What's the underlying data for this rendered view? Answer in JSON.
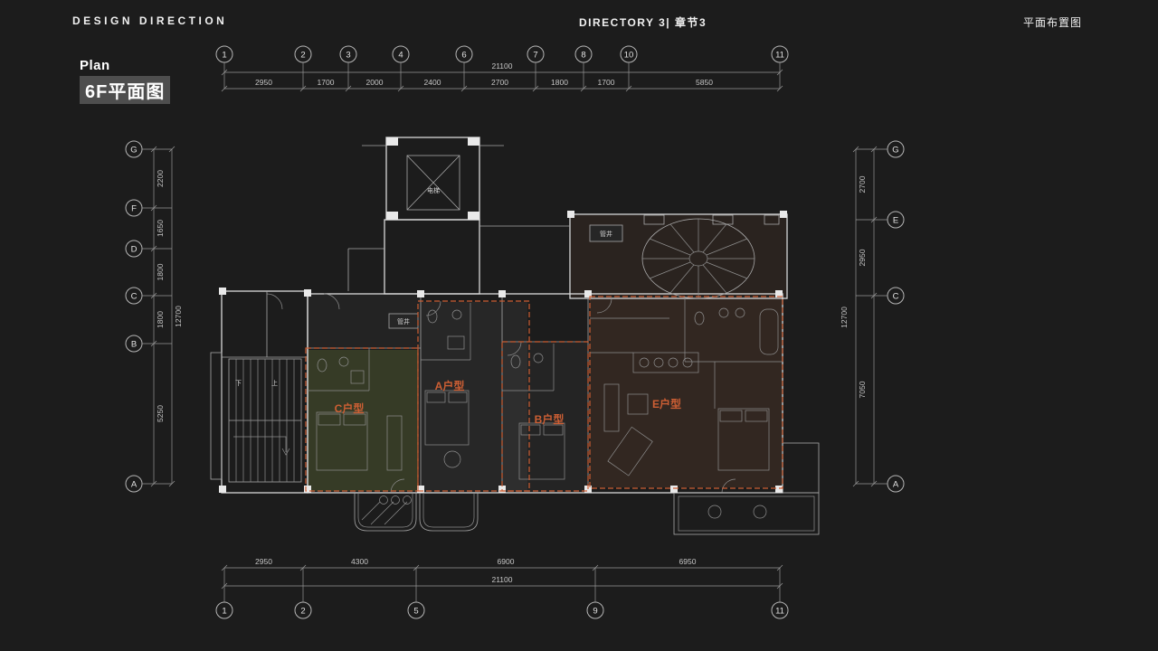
{
  "colors": {
    "background": "#1c1c1c",
    "accent_unit": "#cd5f34",
    "line": "#c8c8c8",
    "title_highlight": "#4e4e4e"
  },
  "header": {
    "left": "DESIGN DIRECTION",
    "center": "DIRECTORY 3| 章节3",
    "right": "平面布置图"
  },
  "title": {
    "line1": "Plan",
    "line2": "6F平面图"
  },
  "grid": {
    "top": {
      "markers": [
        "1",
        "2",
        "3",
        "4",
        "6",
        "7",
        "8",
        "10",
        "11"
      ],
      "dims": [
        "2950",
        "1700",
        "2000",
        "2400",
        "2700",
        "1800",
        "1700",
        "5850"
      ],
      "total": "21100"
    },
    "bottom": {
      "markers": [
        "1",
        "2",
        "5",
        "9",
        "11"
      ],
      "dims": [
        "2950",
        "4300",
        "6900",
        "6950"
      ],
      "total": "21100"
    },
    "left": {
      "markers": [
        "G",
        "F",
        "D",
        "C",
        "B",
        "A"
      ],
      "dims": [
        "2200",
        "1650",
        "1800",
        "1800",
        "5250"
      ],
      "total": "12700"
    },
    "right": {
      "markers": [
        "G",
        "E",
        "C",
        "A"
      ],
      "dims": [
        "2700",
        "2950",
        "7050"
      ],
      "total": "12700"
    }
  },
  "plan_labels": {
    "elevator": "电梯",
    "shaft1": "管井",
    "shaft2": "管井",
    "down": "下",
    "up": "上",
    "units": [
      {
        "id": "A",
        "label": "A户型"
      },
      {
        "id": "B",
        "label": "B户型"
      },
      {
        "id": "C",
        "label": "C户型"
      },
      {
        "id": "E",
        "label": "E户型"
      }
    ]
  }
}
